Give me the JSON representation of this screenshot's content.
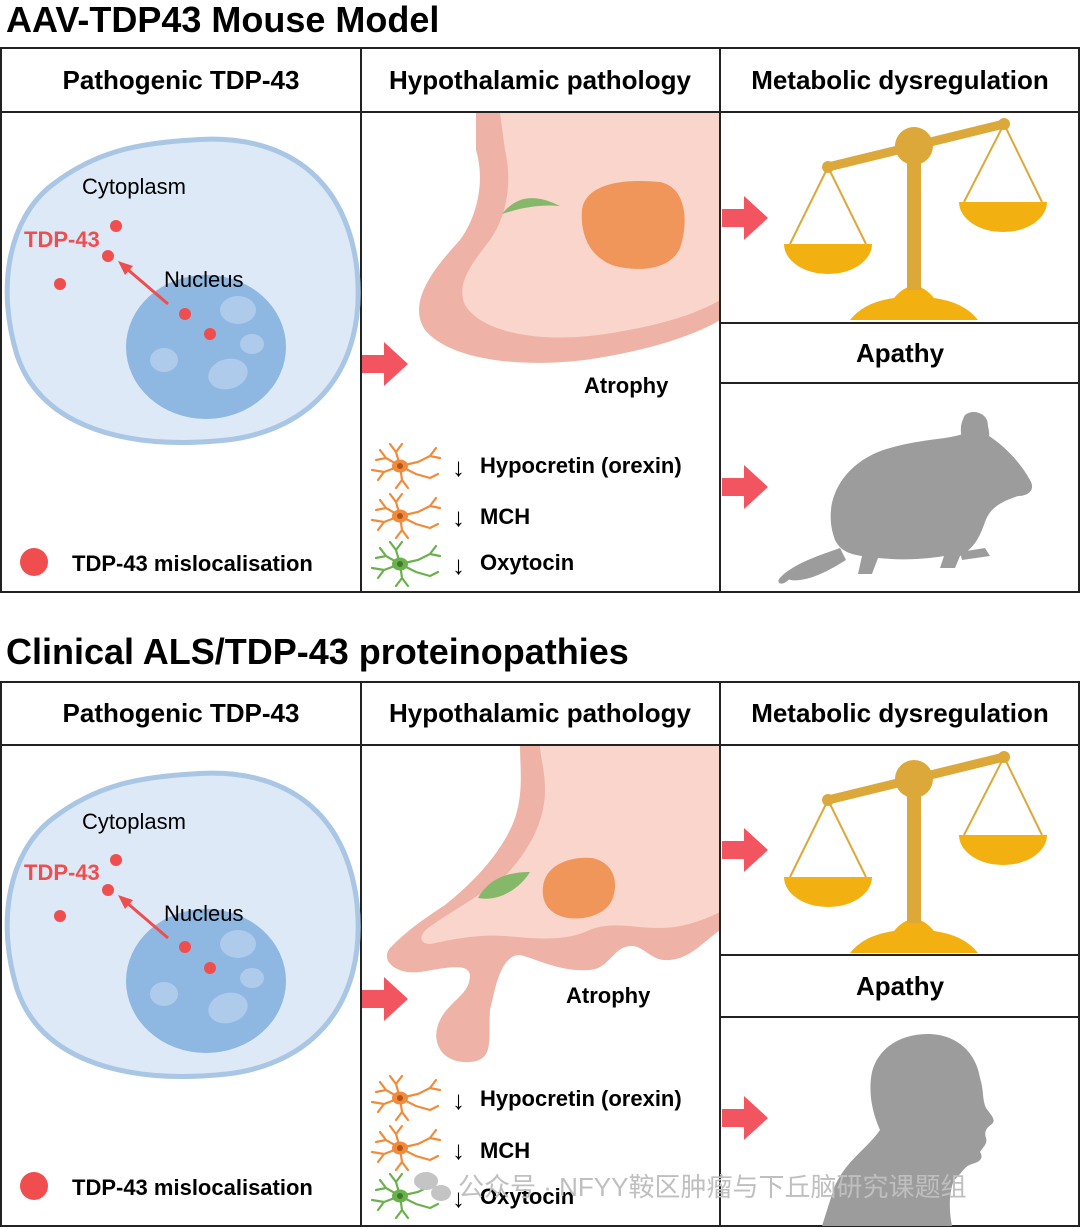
{
  "colors": {
    "border": "#222222",
    "cell_fill": "#dde9f6",
    "cell_stroke": "#a9c6e4",
    "nucleus_fill": "#8eb7e2",
    "spot_fill": "#aecbeb",
    "tdp_red": "#f04e4e",
    "arrow_red": "#f25560",
    "tissue_light": "#f9d5cc",
    "tissue_dark": "#eeb3a6",
    "orange_region": "#f0965a",
    "green_region": "#86b86a",
    "neuron_orange": "#ef8b3a",
    "neuron_green": "#6ab04c",
    "scale_gold": "#dca83a",
    "scale_pan": "#f2b111",
    "silhouette": "#9c9c9c",
    "watermark": "#bfbfbf"
  },
  "sections": [
    {
      "title": "AAV-TDP43 Mouse Model",
      "headers": [
        "Pathogenic TDP-43",
        "Hypothalamic pathology",
        "Metabolic dysregulation"
      ],
      "cytoplasm_label": "Cytoplasm",
      "nucleus_label": "Nucleus",
      "tdp_label": "TDP-43",
      "legend_label": "TDP-43 mislocalisation",
      "atrophy_label": "Atrophy",
      "neurons": [
        "Hypocretin (orexin)",
        "MCH",
        "Oxytocin"
      ],
      "decrease_arrow": "↓",
      "apathy_label": "Apathy",
      "silhouette": "mouse-silhouette"
    },
    {
      "title": "Clinical ALS/TDP-43 proteinopathies",
      "headers": [
        "Pathogenic TDP-43",
        "Hypothalamic pathology",
        "Metabolic dysregulation"
      ],
      "cytoplasm_label": "Cytoplasm",
      "nucleus_label": "Nucleus",
      "tdp_label": "TDP-43",
      "legend_label": "TDP-43 mislocalisation",
      "atrophy_label": "Atrophy",
      "neurons": [
        "Hypocretin (orexin)",
        "MCH",
        "Oxytocin"
      ],
      "decrease_arrow": "↓",
      "apathy_label": "Apathy",
      "silhouette": "human-head-silhouette"
    }
  ],
  "watermark": "公众号 · NFYY鞍区肿瘤与下丘脑研究课题组"
}
